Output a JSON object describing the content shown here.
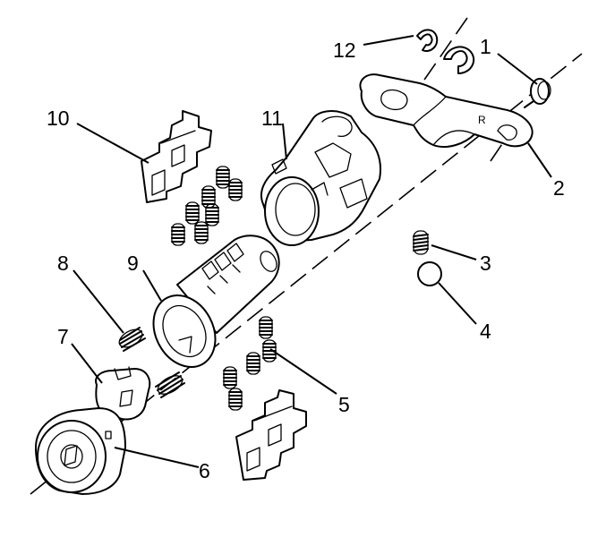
{
  "callouts": {
    "c1": "1",
    "c2": "2",
    "c3": "3",
    "c4": "4",
    "c5": "5",
    "c6": "6",
    "c7": "7",
    "c8": "8",
    "c9": "9",
    "c10": "10",
    "c11": "11",
    "c12": "12"
  },
  "bracket_mark": "R"
}
